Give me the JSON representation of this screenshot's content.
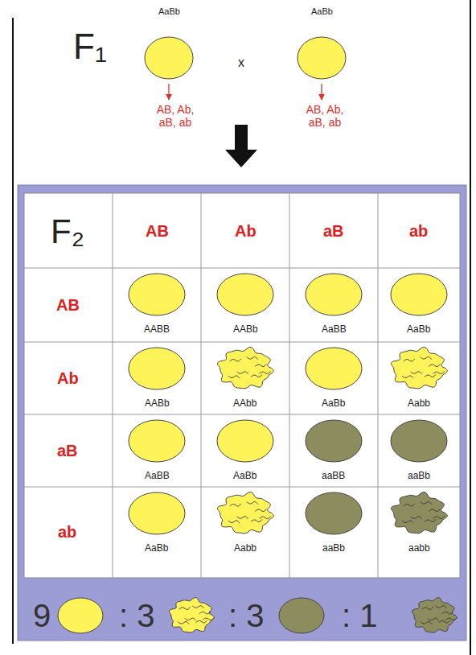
{
  "diagram": {
    "labels": [
      "F₁",
      "AaBb",
      "x",
      "AaBb",
      "AB, Ab, aB, ab",
      "AB, Ab, aB, ab",
      "F₂",
      "AB",
      "Ab",
      "aB",
      "ab",
      "AB",
      "AABB",
      "AABb",
      "AaBB",
      "AaBb",
      "Ab",
      "AABb",
      "AAbb",
      "AaBb",
      "Aabb",
      "aB",
      "AaBB",
      "AaBb",
      "aaBB",
      "aaBb",
      "ab",
      "AaBb",
      "Aabb",
      "aaBb",
      "aabb",
      "9",
      ": 3",
      ": 3",
      ": 1"
    ]
  }
}
